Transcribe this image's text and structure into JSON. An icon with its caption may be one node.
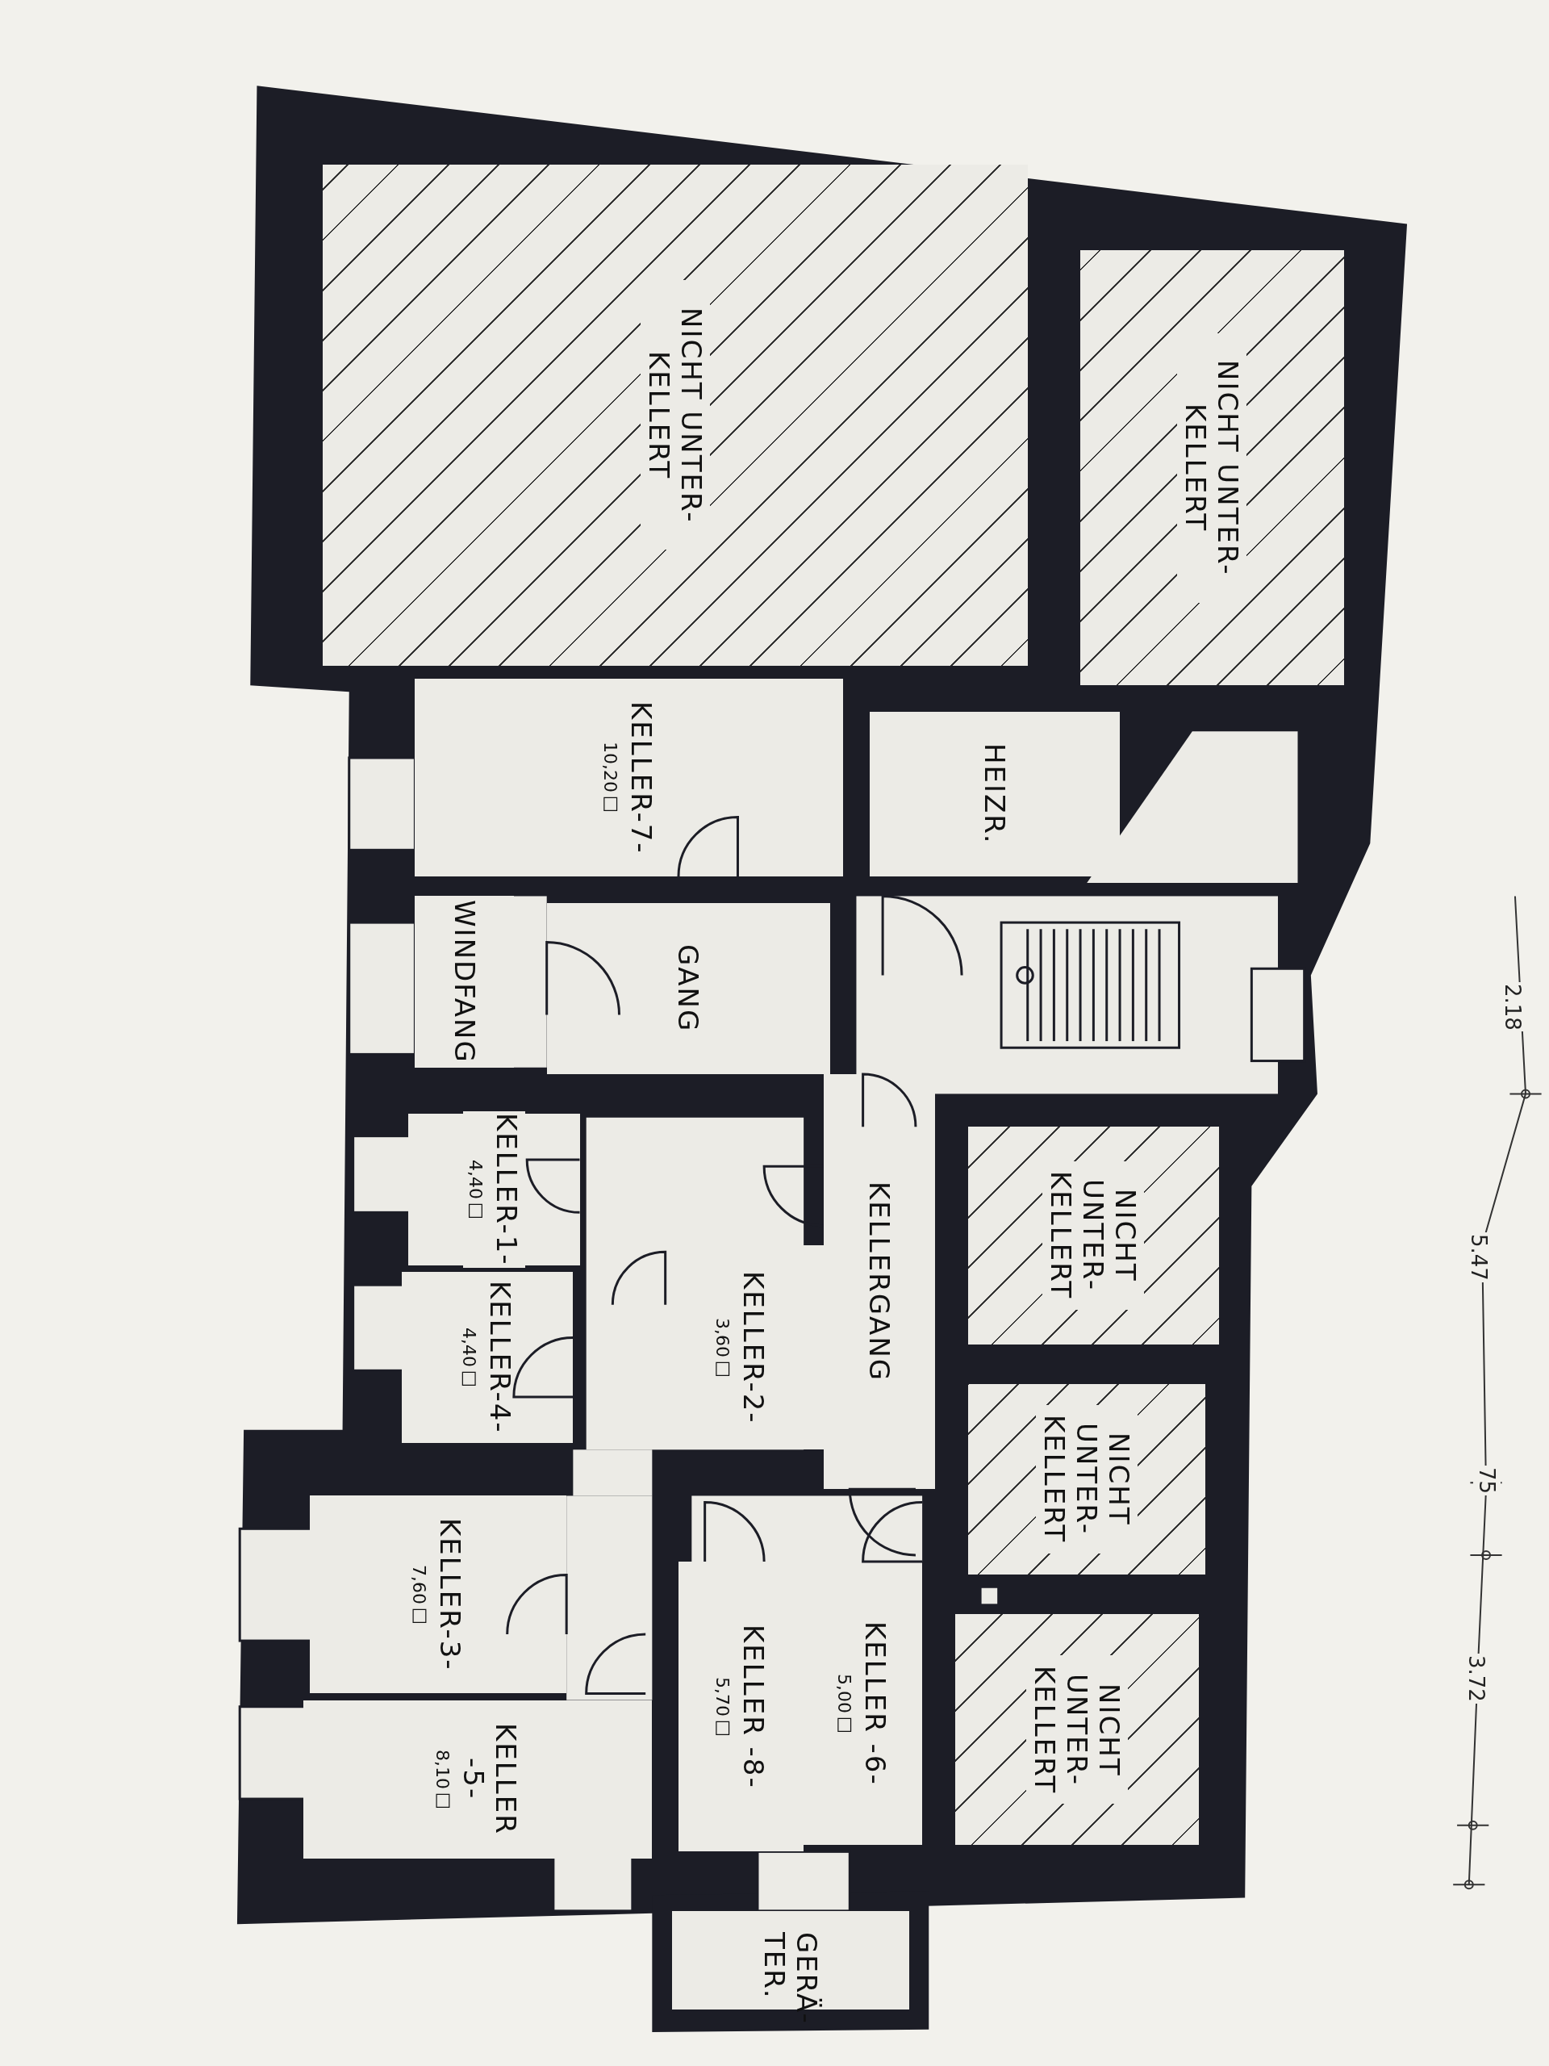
{
  "diagram": {
    "nodes": [
      {
        "text": [
          "NICHT UNTER- KELLERT"
        ]
      },
      {
        "text": [
          "NICHT UNTER- KELLERT"
        ]
      },
      {
        "text": [
          "KELLER-7-",
          "10,20□"
        ]
      },
      {
        "text": [
          "HEIZR."
        ]
      },
      {
        "text": [
          "WINDFANG"
        ]
      },
      {
        "text": [
          "GANG"
        ]
      },
      {
        "text": [
          "KELLER-1-",
          "4,40□"
        ]
      },
      {
        "text": [
          "KELLER-4-",
          "4,40□"
        ]
      },
      {
        "text": [
          "KELLER-2-",
          "3,60□"
        ]
      },
      {
        "text": [
          "KELLERGANG"
        ]
      },
      {
        "text": [
          "NICHT UNTER- KELLERT"
        ]
      },
      {
        "text": [
          "NICHT UNTER- KELLERT"
        ]
      },
      {
        "text": [
          "KELLER-3-",
          "7,60□"
        ]
      },
      {
        "text": [
          "KELLER -5-",
          "8,10□"
        ]
      },
      {
        "text": [
          "KELLER -8-",
          "5,70□"
        ]
      },
      {
        "text": [
          "KELLER -6-",
          "5,00□"
        ]
      },
      {
        "text": [
          "NICHT UNTER- KELLERT"
        ]
      },
      {
        "text": [
          "GERÄ- TER."
        ]
      }
    ],
    "labels": [
      "2.18",
      "5.47",
      "75",
      "3.72"
    ]
  }
}
